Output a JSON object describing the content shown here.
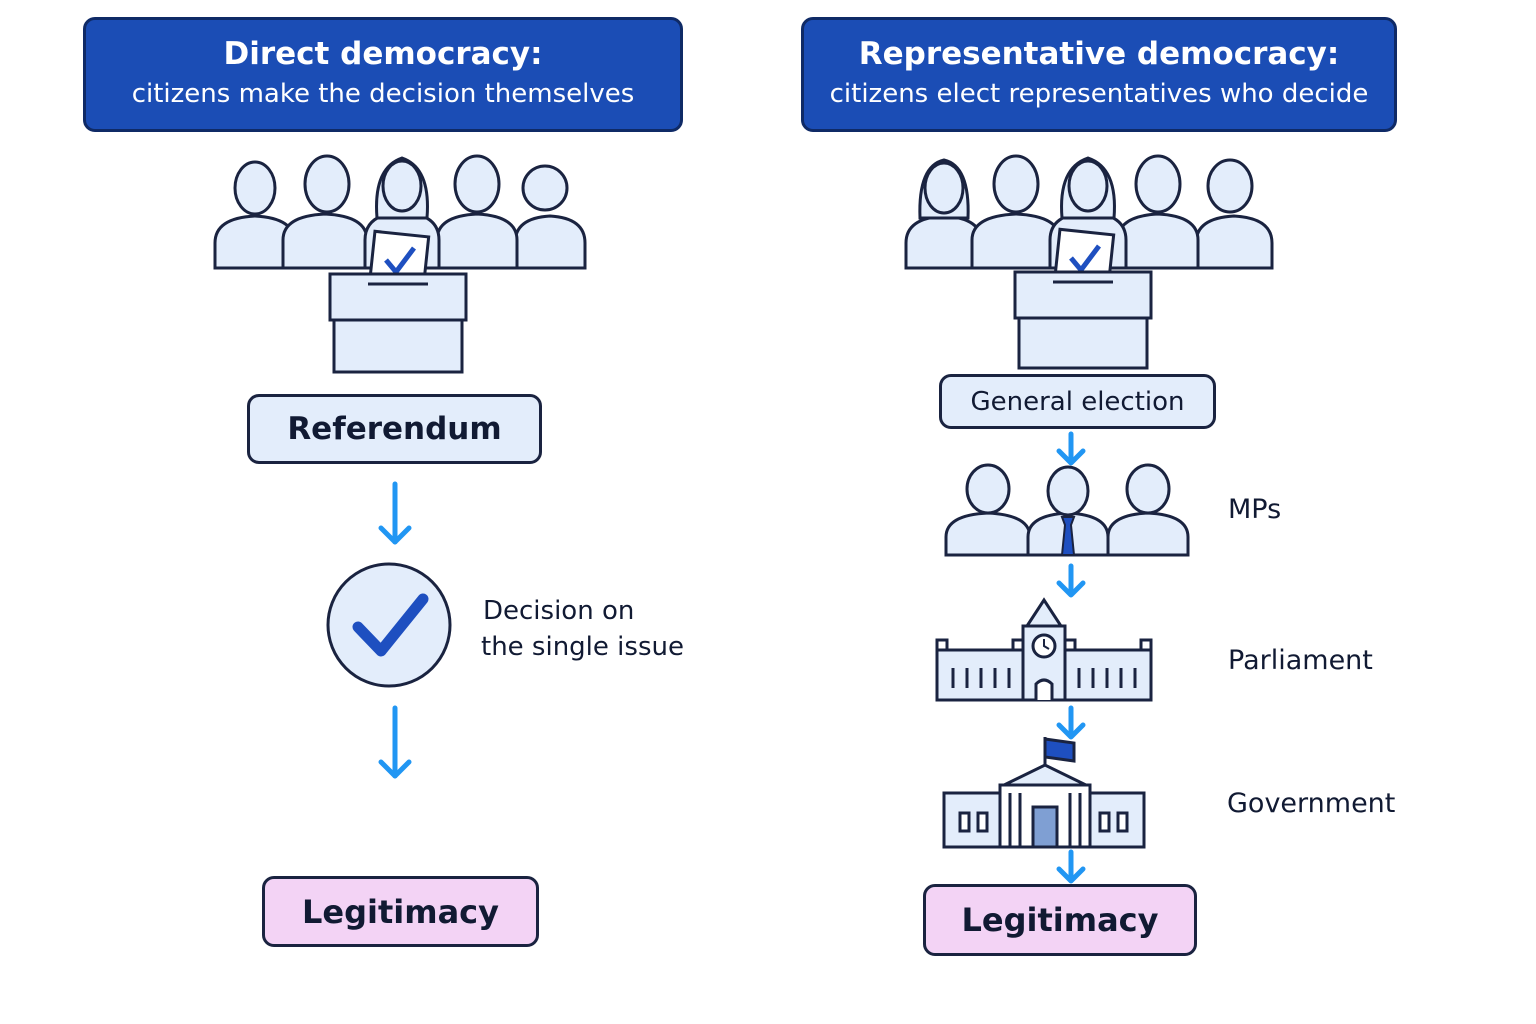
{
  "left": {
    "header_title": "Direct democracy:",
    "header_subtitle": "citizens make the decision themselves",
    "referendum": "Referendum",
    "decision_line1": "Decision on",
    "decision_line2": "the single issue",
    "legitimacy": "Legitimacy"
  },
  "right": {
    "header_title": "Representative democracy:",
    "header_subtitle": "citizens elect representatives who decide",
    "general_election": "General election",
    "mps": "MPs",
    "parliament": "Parliament",
    "government": "Government",
    "legitimacy": "Legitimacy"
  },
  "colors": {
    "header_blue": "#1b4db5",
    "arrow_blue": "#2196f3",
    "check_blue": "#1e4fc0",
    "pale_blue": "#e3edfb",
    "legitimacy_pink": "#f3d3f5"
  }
}
